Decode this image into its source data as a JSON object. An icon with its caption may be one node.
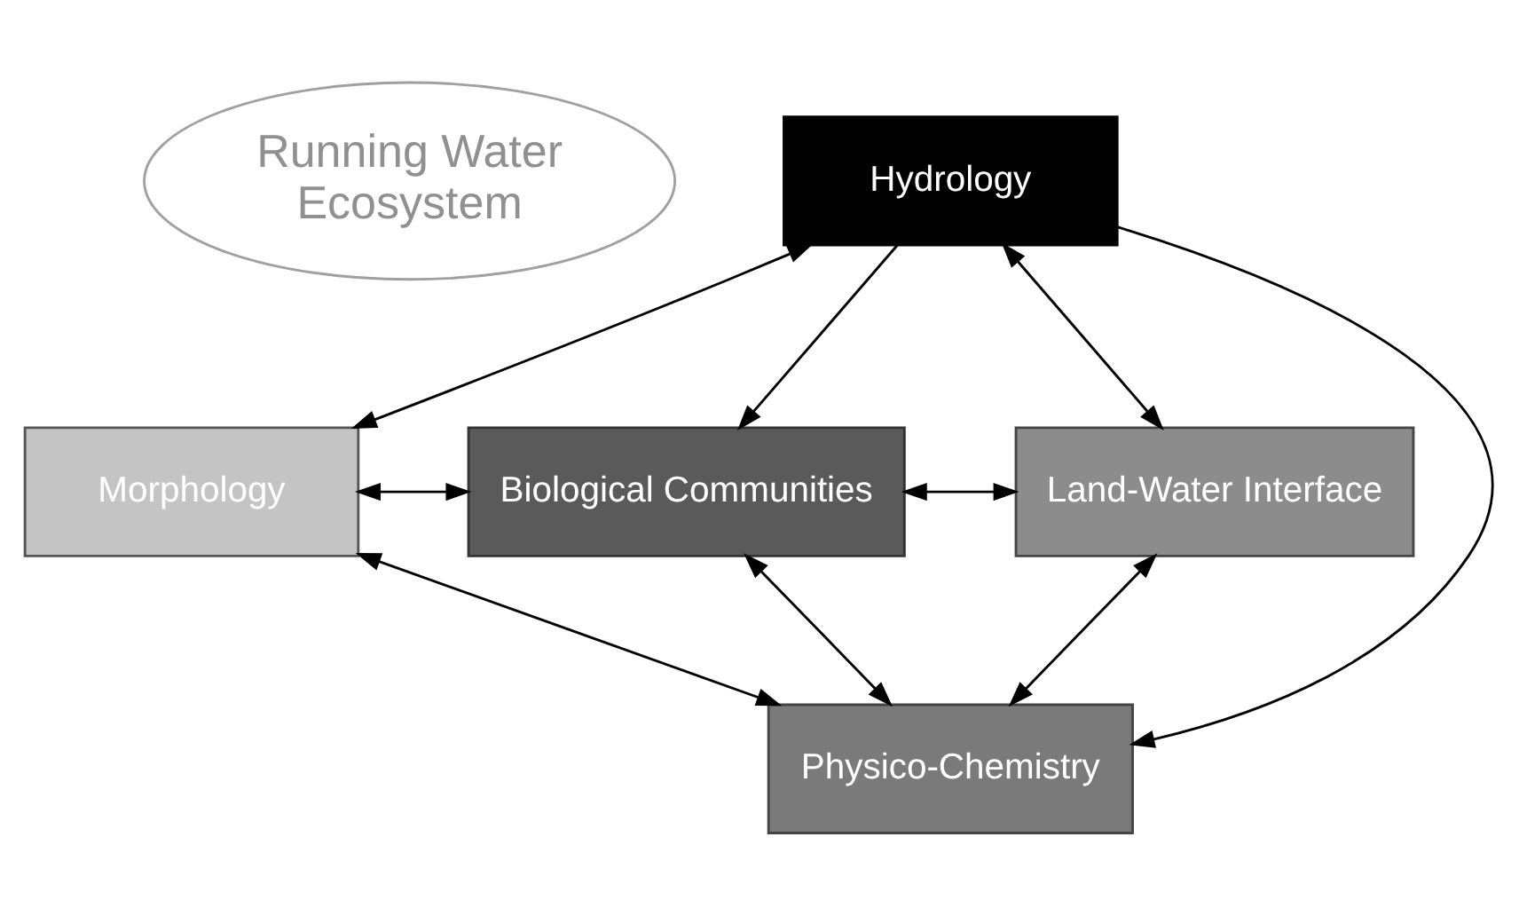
{
  "diagram": {
    "nodes": [
      {
        "text": [
          "Running Water",
          "Ecosystem"
        ]
      },
      {
        "text": [
          "Hydrology"
        ]
      },
      {
        "text": [
          "Morphology"
        ]
      },
      {
        "text": [
          "Biological Communities"
        ]
      },
      {
        "text": [
          "Land-Water Interface"
        ]
      },
      {
        "text": [
          "Physico-Chemistry"
        ]
      }
    ],
    "edges": [
      {
        "from": 1,
        "to": 2,
        "arrow": "both"
      },
      {
        "from": 1,
        "to": 3,
        "arrow": "to"
      },
      {
        "from": 1,
        "to": 4,
        "arrow": "both"
      },
      {
        "from": 1,
        "to": 5,
        "arrow": "to"
      },
      {
        "from": 2,
        "to": 3,
        "arrow": "both"
      },
      {
        "from": 3,
        "to": 4,
        "arrow": "both"
      },
      {
        "from": 2,
        "to": 5,
        "arrow": "both"
      },
      {
        "from": 3,
        "to": 5,
        "arrow": "both"
      },
      {
        "from": 4,
        "to": 5,
        "arrow": "both"
      }
    ]
  }
}
